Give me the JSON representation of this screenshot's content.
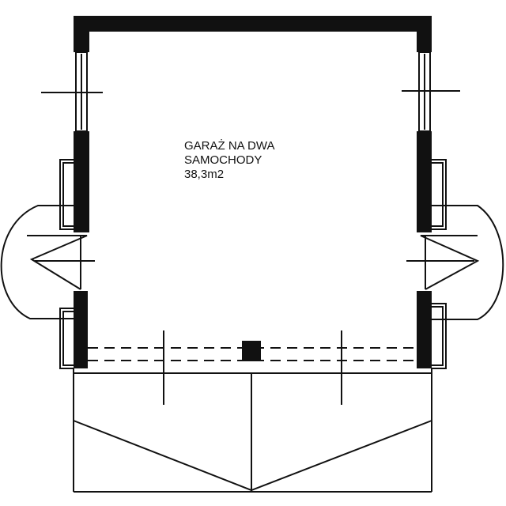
{
  "room": {
    "name_line1": "GARAŻ NA DWA",
    "name_line2": "SAMOCHODY",
    "area": "38,3m2"
  },
  "colors": {
    "wall": "#111111",
    "background": "#ffffff"
  }
}
